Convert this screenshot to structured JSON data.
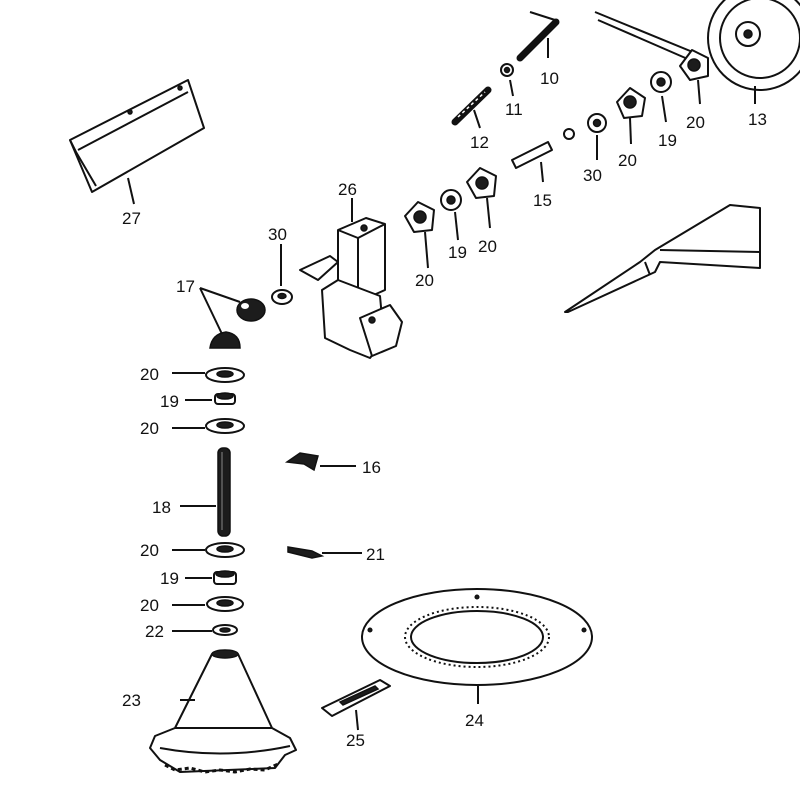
{
  "diagram": {
    "kind": "exploded parts diagram",
    "callouts": {
      "c10": "10",
      "c11": "11",
      "c12": "12",
      "c13_partial": "13",
      "c15": "15",
      "c16": "16",
      "c17": "17",
      "c18": "18",
      "c19_a": "19",
      "c19_b": "19",
      "c19_c": "19",
      "c19_d": "19",
      "c20_a": "20",
      "c20_b": "20",
      "c20_c": "20",
      "c20_d": "20",
      "c20_e": "20",
      "c20_f": "20",
      "c20_g": "20",
      "c20_h": "20",
      "c21": "21",
      "c22": "22",
      "c23": "23",
      "c24": "24",
      "c25": "25",
      "c26": "26",
      "c27": "27",
      "c30_a": "30",
      "c30_b": "30"
    }
  }
}
